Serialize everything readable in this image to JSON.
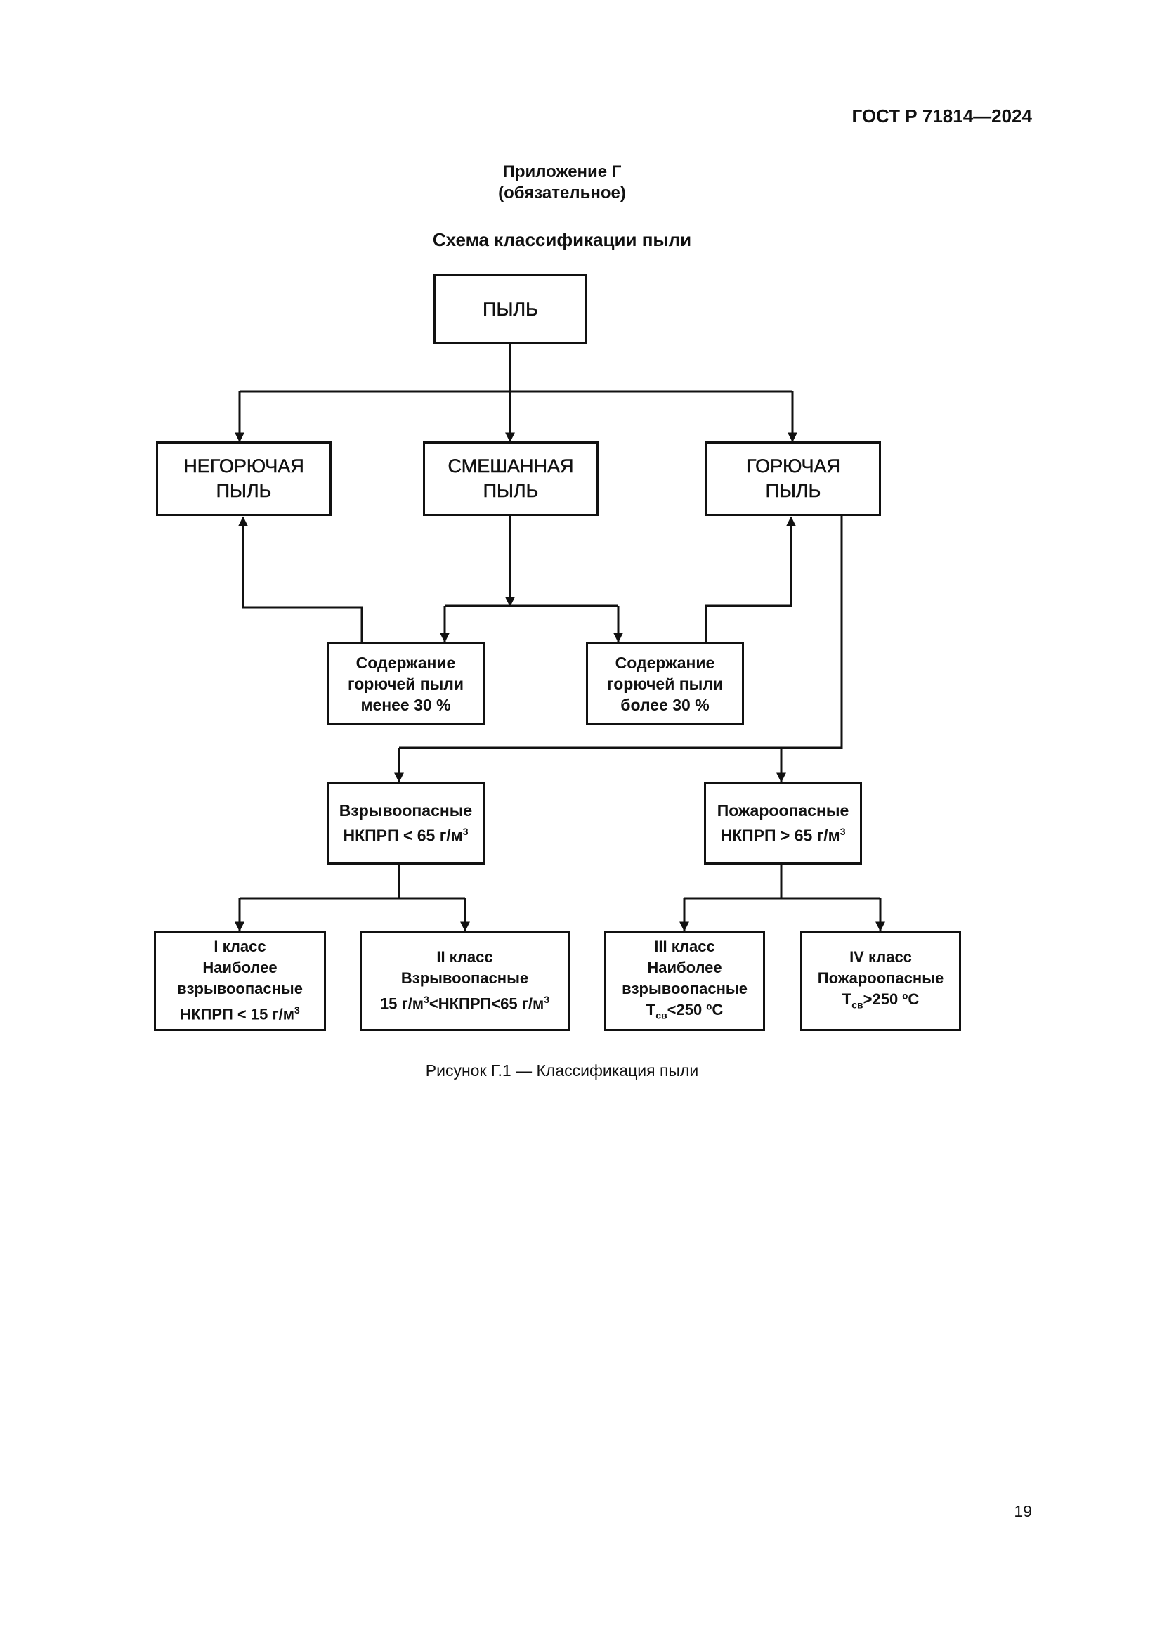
{
  "header": {
    "standard": "ГОСТ Р 71814—2024"
  },
  "appendix": {
    "title": "Приложение Г",
    "note": "(обязательное)"
  },
  "scheme_title": "Схема классификации пыли",
  "nodes": {
    "dust": "ПЫЛЬ",
    "noncombustible": "НЕГОРЮЧАЯ\nПЫЛЬ",
    "mixed": "СМЕШАННАЯ\nПЫЛЬ",
    "combustible": "ГОРЮЧАЯ\nПЫЛЬ",
    "content_less": "Содержание\nгорючей пыли\nменее 30 %",
    "content_more": "Содержание\nгорючей пыли\nболее 30 %",
    "explosive": {
      "line1": "Взрывоопасные",
      "line2": "НКПРП < 65 г/м",
      "sup": "3"
    },
    "fire": {
      "line1": "Пожароопасные",
      "line2": "НКПРП > 65 г/м",
      "sup": "3"
    },
    "class1": {
      "line1": "I класс",
      "line2": "Наиболее",
      "line3": "взрывоопасные",
      "line4": "НКПРП < 15 г/м",
      "sup": "3"
    },
    "class2": {
      "line1": "II класс",
      "line2": "Взрывоопасные",
      "line3a": "15 г/м",
      "sup_a": "3",
      "line3b": "<НКПРП<65 г/м",
      "sup_b": "3"
    },
    "class3": {
      "line1": "III класс",
      "line2": "Наиболее",
      "line3": "взрывоопасные",
      "line4a": "Т",
      "sub": "св",
      "line4b": "<250 ºС"
    },
    "class4": {
      "line1": "IV класс",
      "line2": "Пожароопасные",
      "line3a": "Т",
      "sub": "св",
      "line3b": ">250 ºС"
    }
  },
  "caption": "Рисунок Г.1 — Классификация пыли",
  "page_number": "19"
}
